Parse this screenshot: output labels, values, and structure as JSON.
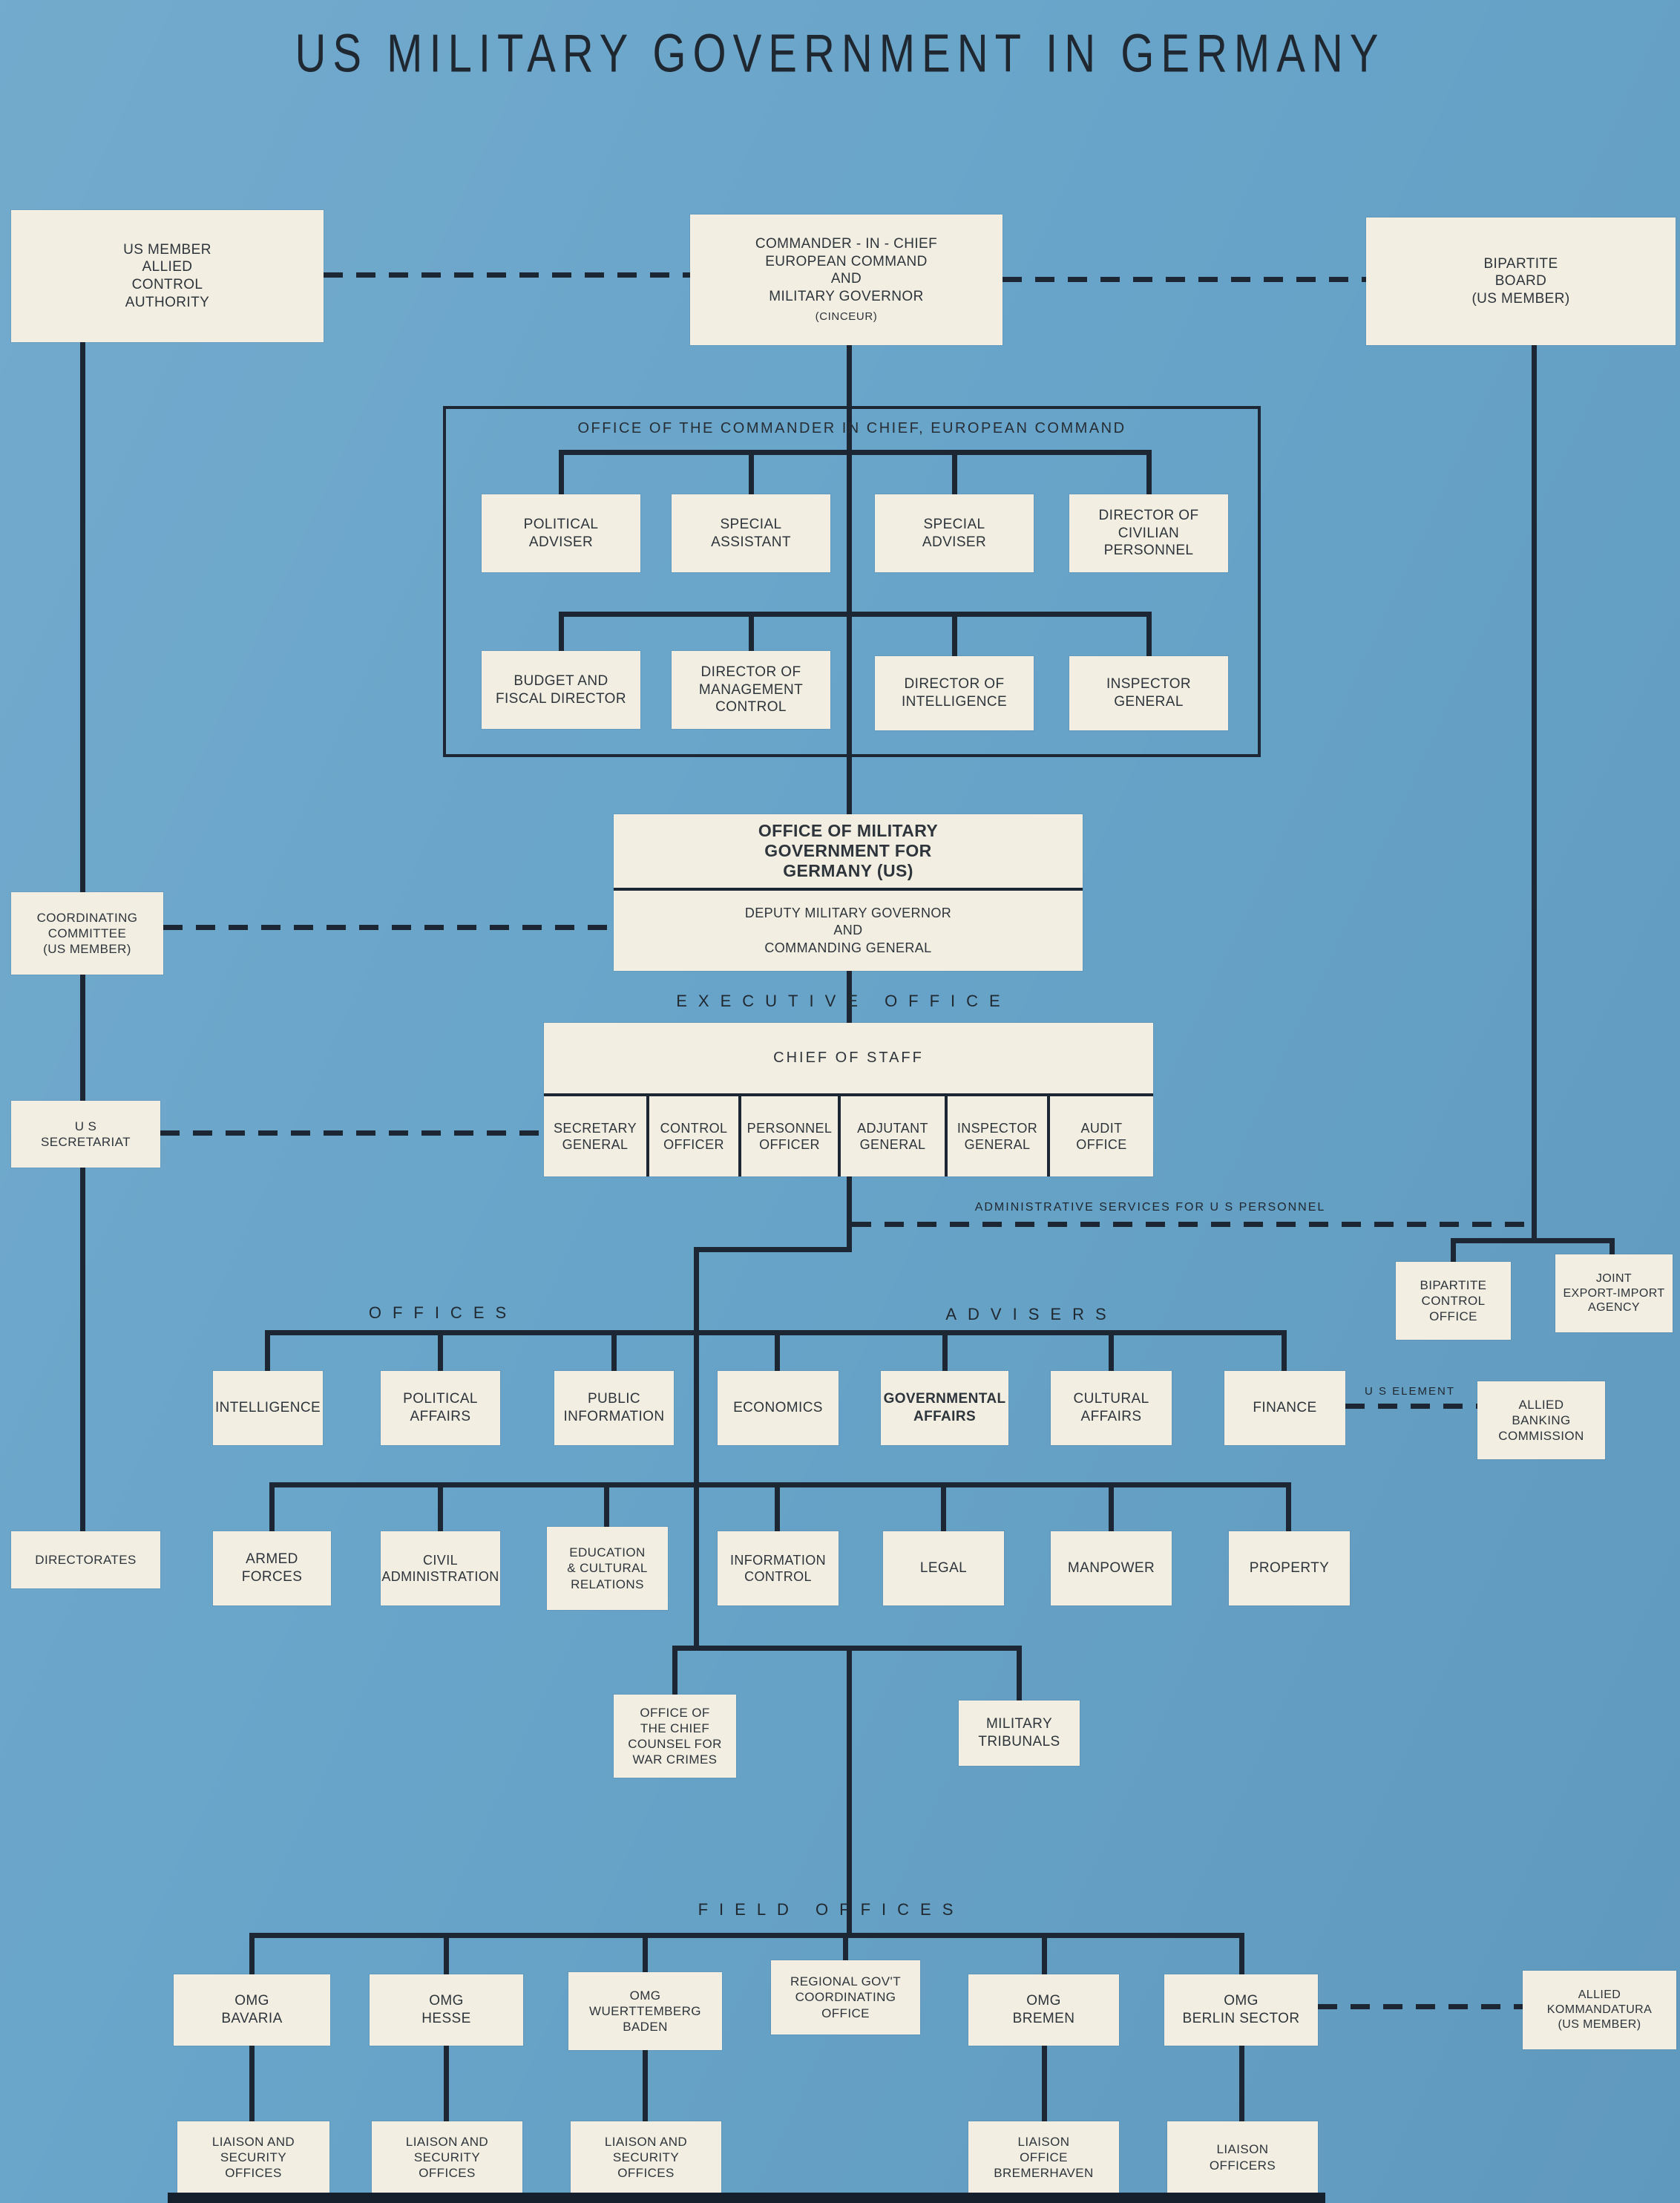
{
  "title": "US MILITARY GOVERNMENT IN GERMANY",
  "colors": {
    "background": "#68a4c9",
    "box": "#f2efe2",
    "line": "#1c2733"
  },
  "section_labels": {
    "executive_office": "EXECUTIVE OFFICE",
    "offices": "OFFICES",
    "advisers": "ADVISERS",
    "field_offices": "FIELD OFFICES"
  },
  "edge_labels": {
    "admin_services": "ADMINISTRATIVE SERVICES FOR U S PERSONNEL",
    "us_element": "U S ELEMENT"
  },
  "nodes": {
    "us_member": "US MEMBER\nALLIED\nCONTROL\nAUTHORITY",
    "cinc": "COMMANDER - IN - CHIEF\nEUROPEAN COMMAND\nAND\nMILITARY GOVERNOR",
    "cinc_sub": "(CINCEUR)",
    "bipartite_board": "BIPARTITE\nBOARD\n(US MEMBER)",
    "office_cinc_title": "OFFICE OF THE COMMANDER IN CHIEF, EUROPEAN COMMAND",
    "political_adviser": "POLITICAL\nADVISER",
    "special_assistant": "SPECIAL\nASSISTANT",
    "special_adviser": "SPECIAL\nADVISER",
    "director_civilian_personnel": "DIRECTOR OF\nCIVILIAN\nPERSONNEL",
    "budget_fiscal_director": "BUDGET AND\nFISCAL DIRECTOR",
    "director_management_control": "DIRECTOR OF\nMANAGEMENT\nCONTROL",
    "director_intelligence": "DIRECTOR OF\nINTELLIGENCE",
    "inspector_general_eucom": "INSPECTOR\nGENERAL",
    "omgus_title": "OFFICE OF MILITARY\nGOVERNMENT FOR\nGERMANY (US)",
    "omgus_sub": "DEPUTY MILITARY GOVERNOR\nAND\nCOMMANDING GENERAL",
    "coordinating_committee": "COORDINATING\nCOMMITTEE\n(US MEMBER)",
    "us_secretariat": "U S\nSECRETARIAT",
    "chief_of_staff": "CHIEF OF STAFF",
    "bipartite_control_office": "BIPARTITE\nCONTROL\nOFFICE",
    "joint_export_import": "JOINT\nEXPORT-IMPORT\nAGENCY",
    "intelligence": "INTELLIGENCE",
    "political_affairs": "POLITICAL\nAFFAIRS",
    "public_information": "PUBLIC\nINFORMATION",
    "economics": "ECONOMICS",
    "governmental_affairs": "GOVERNMENTAL\nAFFAIRS",
    "cultural_affairs": "CULTURAL\nAFFAIRS",
    "finance": "FINANCE",
    "allied_banking_commission": "ALLIED\nBANKING\nCOMMISSION",
    "directorates": "DIRECTORATES",
    "armed_forces": "ARMED\nFORCES",
    "civil_administration": "CIVIL\nADMINISTRATION",
    "education_cultural_relations": "EDUCATION\n& CULTURAL\nRELATIONS",
    "information_control": "INFORMATION\nCONTROL",
    "legal": "LEGAL",
    "manpower": "MANPOWER",
    "property": "PROPERTY",
    "war_crimes_counsel": "OFFICE OF\nTHE CHIEF\nCOUNSEL FOR\nWAR CRIMES",
    "military_tribunals": "MILITARY\nTRIBUNALS",
    "omg_bavaria": "OMG\nBAVARIA",
    "omg_hesse": "OMG\nHESSE",
    "omg_wuerttemberg_baden": "OMG\nWUERTTEMBERG\nBADEN",
    "regional_govt_coordinating_office": "REGIONAL GOV'T\nCOORDINATING\nOFFICE",
    "omg_bremen": "OMG\nBREMEN",
    "omg_berlin_sector": "OMG\nBERLIN SECTOR",
    "allied_kommandatura": "ALLIED\nKOMMANDATURA\n(US MEMBER)",
    "liaison_security_offices_1": "LIAISON AND\nSECURITY\nOFFICES",
    "liaison_security_offices_2": "LIAISON AND\nSECURITY\nOFFICES",
    "liaison_security_offices_3": "LIAISON AND\nSECURITY\nOFFICES",
    "liaison_office_bremerhaven": "LIAISON\nOFFICE\nBREMERHAVEN",
    "liaison_officers": "LIAISON\nOFFICERS"
  },
  "exec_cells": [
    "SECRETARY\nGENERAL",
    "CONTROL\nOFFICER",
    "PERSONNEL\nOFFICER",
    "ADJUTANT\nGENERAL",
    "INSPECTOR\nGENERAL",
    "AUDIT\nOFFICE"
  ]
}
